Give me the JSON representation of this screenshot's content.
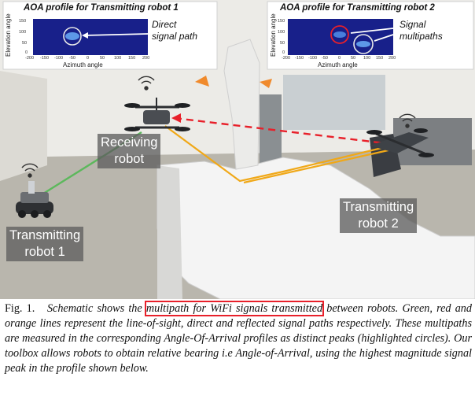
{
  "figure": {
    "inset_left": {
      "title": "AOA profile for Transmitting robot 1",
      "ylabel": "Elevation angle",
      "xlabel": "Azimuth angle",
      "y_ticks": [
        "150",
        "100",
        "50",
        "0"
      ],
      "x_ticks": [
        "-200",
        "-150",
        "-100",
        "-50",
        "0",
        "50",
        "100",
        "150",
        "200"
      ],
      "annotation_line1": "Direct",
      "annotation_line2": "signal path"
    },
    "inset_right": {
      "title": "AOA profile for Transmitting robot 2",
      "ylabel": "Elevation angle",
      "xlabel": "Azimuth angle",
      "y_ticks": [
        "150",
        "100",
        "50",
        "0"
      ],
      "x_ticks": [
        "-200",
        "-150",
        "-100",
        "-50",
        "0",
        "50",
        "100",
        "150",
        "200"
      ],
      "annotation_line1": "Signal",
      "annotation_line2": "multipaths"
    },
    "labels": {
      "receiving_line1": "Receiving",
      "receiving_line2": "robot",
      "tx1_line1": "Transmitting",
      "tx1_line2": "robot 1",
      "tx2_line1": "Transmitting",
      "tx2_line2": "robot 2"
    },
    "colors": {
      "line_of_sight": "#5cb85c",
      "direct": "#e8202a",
      "reflected": "#f0a818"
    }
  },
  "caption": {
    "label": "Fig. 1.",
    "pre": "Schematic shows the ",
    "highlight": "multipath for WiFi signals transmitted",
    "post": " between robots. Green, red and orange lines represent the line-of-sight, direct and reflected signal paths respectively. These multipaths are measured in the corresponding Angle-Of-Arrival profiles as distinct peaks (highlighted circles). Our toolbox allows robots to obtain relative bearing i.e Angle-of-Arrival, using the highest magnitude signal peak in the profile shown below."
  }
}
